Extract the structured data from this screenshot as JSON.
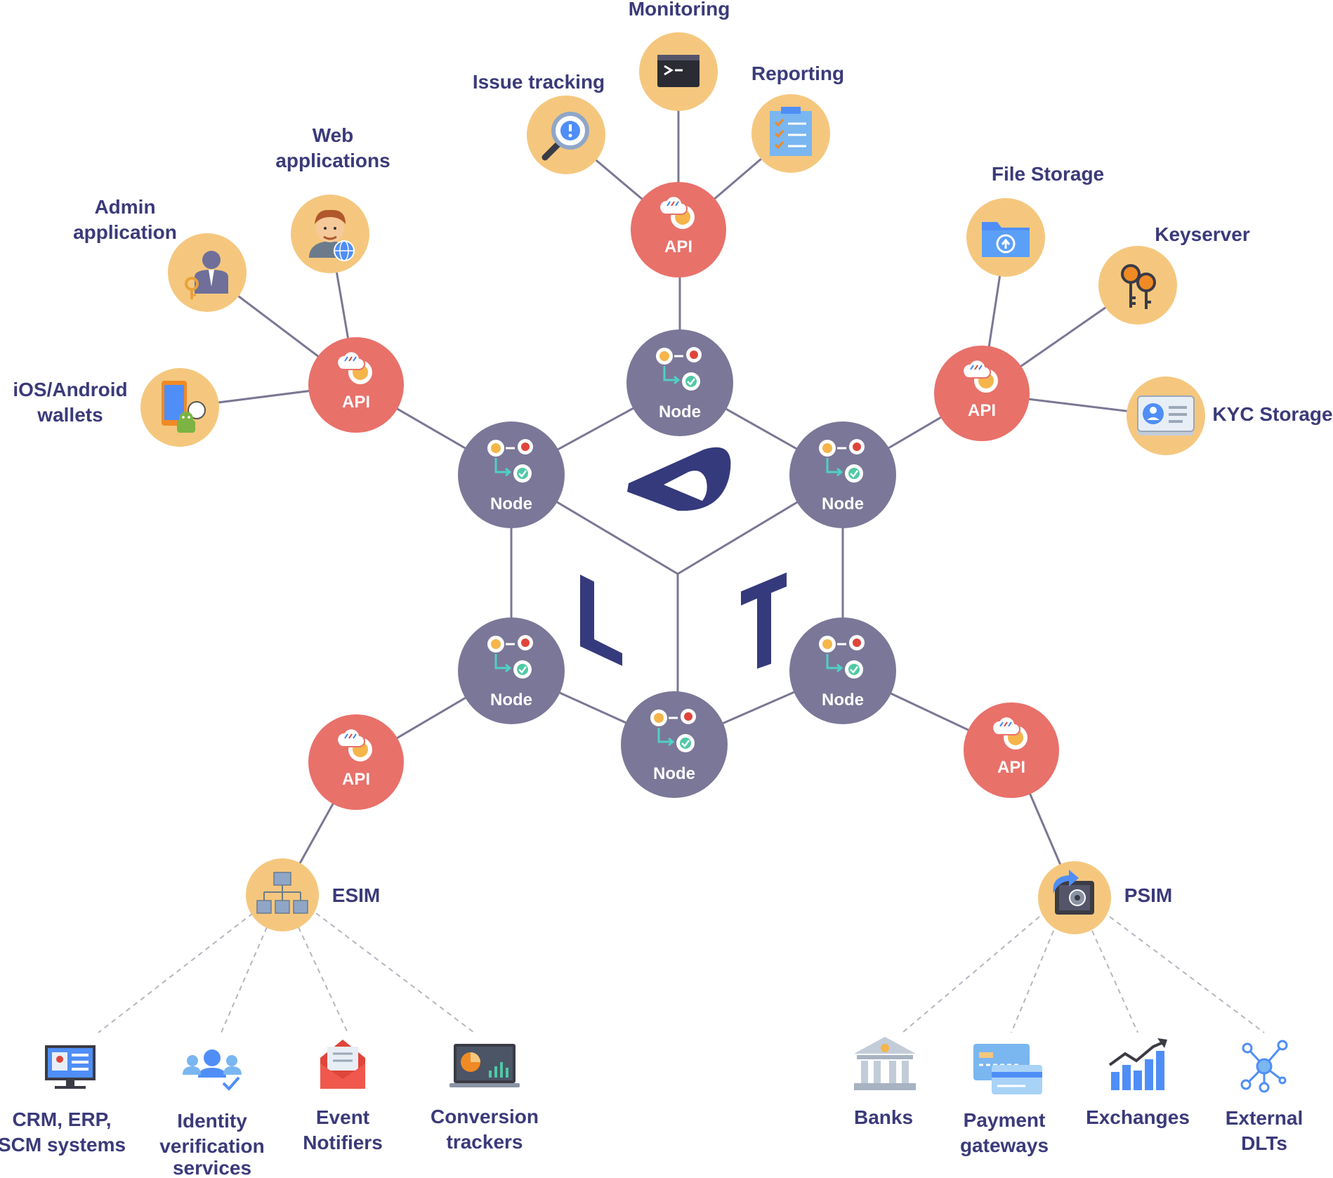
{
  "colors": {
    "node": "#7b7798",
    "api": "#e8716a",
    "service": "#f5c77e",
    "edge": "#7a7794",
    "text": "#3b3a7a",
    "letters": "#353a7d"
  },
  "logo_letters": [
    "D",
    "L",
    "T"
  ],
  "nodes": {
    "label": "Node"
  },
  "api": {
    "label": "API"
  },
  "top": {
    "monitoring": "Monitoring",
    "issue_tracking": "Issue tracking",
    "reporting": "Reporting"
  },
  "left": {
    "web_applications": [
      "Web",
      "applications"
    ],
    "admin_application": [
      "Admin",
      "application"
    ],
    "wallets": [
      "iOS/Android",
      "wallets"
    ]
  },
  "right": {
    "file_storage": "File Storage",
    "keyserver": "Keyserver",
    "kyc_storage": "KYC Storage"
  },
  "esim": {
    "label": "ESIM",
    "children": [
      [
        "CRM, ERP,",
        "SCM systems"
      ],
      [
        "Identity",
        "verification",
        "services"
      ],
      [
        "Event",
        "Notifiers"
      ],
      [
        "Conversion",
        "trackers"
      ]
    ]
  },
  "psim": {
    "label": "PSIM",
    "children": [
      [
        "Banks"
      ],
      [
        "Payment",
        "gateways"
      ],
      [
        "Exchanges"
      ],
      [
        "External",
        "DLTs"
      ]
    ]
  },
  "icons": {
    "monitoring": "terminal-icon",
    "issue_tracking": "magnifier-icon",
    "reporting": "checklist-icon",
    "web_applications": "developer-avatar-icon",
    "admin_application": "admin-user-icon",
    "wallets": "mobile-wallet-icon",
    "file_storage": "folder-upload-icon",
    "keyserver": "keys-icon",
    "kyc_storage": "id-card-icon",
    "esim": "network-hierarchy-icon",
    "psim": "safe-icon"
  }
}
